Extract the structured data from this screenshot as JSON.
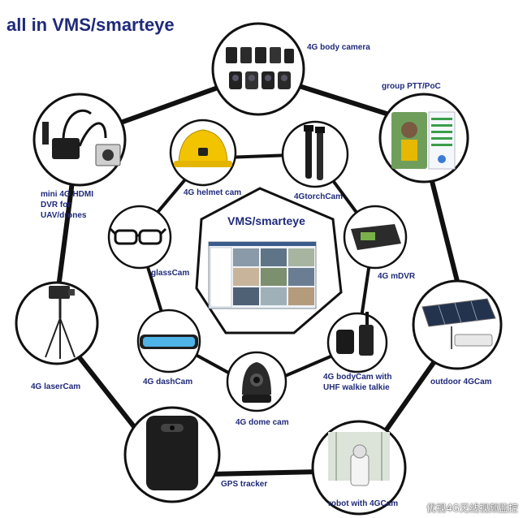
{
  "title": "all in VMS/smarteye",
  "center": {
    "label": "VMS/smarteye"
  },
  "outer_nodes": [
    {
      "id": "body-camera",
      "label": "4G body camera"
    },
    {
      "id": "group-ptt",
      "label": "group PTT/PoC"
    },
    {
      "id": "outdoor-4gcam",
      "label": "outdoor 4GCam"
    },
    {
      "id": "robot",
      "label": "robot with 4GCam"
    },
    {
      "id": "gps-tracker",
      "label": "GPS tracker"
    },
    {
      "id": "laser-cam",
      "label": "4G laserCam"
    },
    {
      "id": "mini-hdmi",
      "label_lines": [
        "mini 4G HDMI",
        "DVR for",
        "UAV/drones"
      ]
    }
  ],
  "inner_nodes": [
    {
      "id": "helmet-cam",
      "label": "4G helmet cam"
    },
    {
      "id": "torch-cam",
      "label": "4GtorchCam"
    },
    {
      "id": "mdvr",
      "label": "4G mDVR"
    },
    {
      "id": "bodycam-walkie",
      "label_lines": [
        "4G bodyCam with",
        "UHF walkie talkie"
      ]
    },
    {
      "id": "dome-cam",
      "label": "4G dome cam"
    },
    {
      "id": "dash-cam",
      "label": "4G dashCam"
    },
    {
      "id": "glass-cam",
      "label": "glassCam"
    }
  ],
  "watermark": "优视4G无线视频监控",
  "colors": {
    "title": "#1f2a7a",
    "lines": "#111111"
  }
}
